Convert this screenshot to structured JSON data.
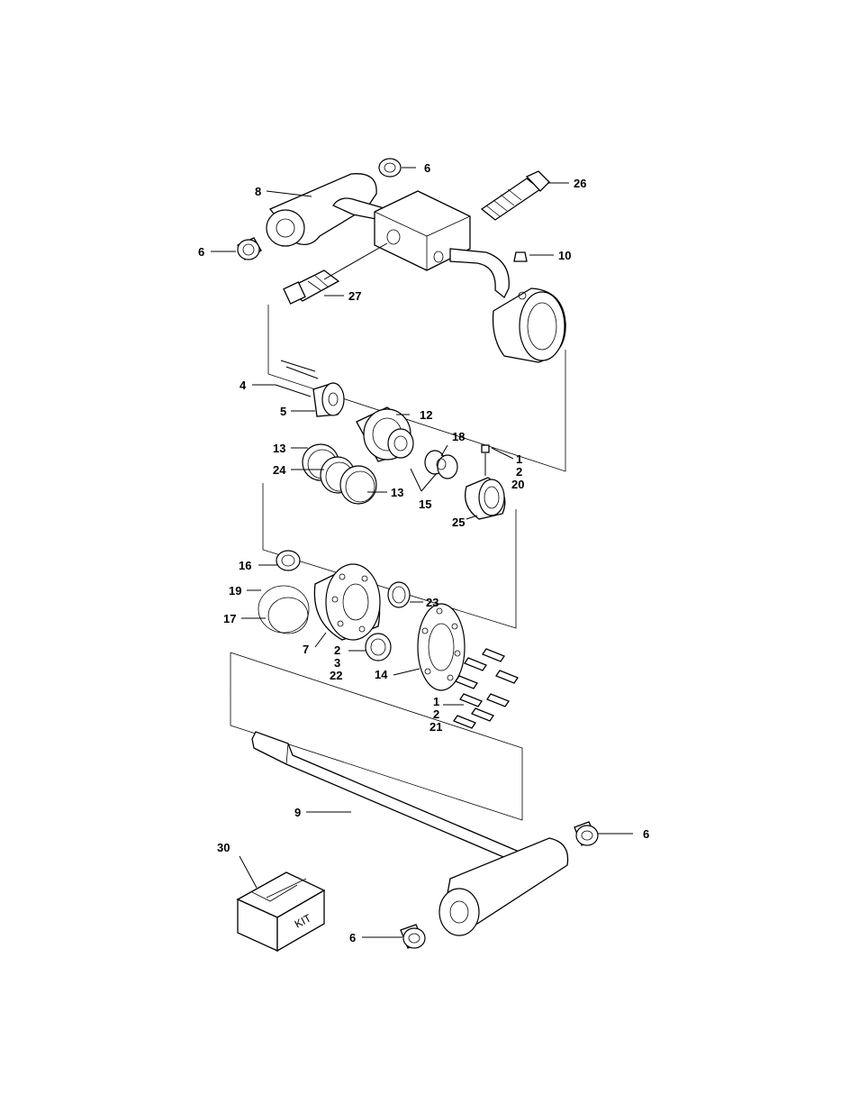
{
  "callouts": [
    {
      "id": "c6a",
      "text": "6"
    },
    {
      "id": "c26",
      "text": "26"
    },
    {
      "id": "c8",
      "text": "8"
    },
    {
      "id": "c6b",
      "text": "6"
    },
    {
      "id": "c10",
      "text": "10"
    },
    {
      "id": "c27",
      "text": "27"
    },
    {
      "id": "c4",
      "text": "4"
    },
    {
      "id": "c5",
      "text": "5"
    },
    {
      "id": "c12",
      "text": "12"
    },
    {
      "id": "c13a",
      "text": "13"
    },
    {
      "id": "c18",
      "text": "18"
    },
    {
      "id": "c1a",
      "text": "1"
    },
    {
      "id": "c2a",
      "text": "2"
    },
    {
      "id": "c20",
      "text": "20"
    },
    {
      "id": "c24",
      "text": "24"
    },
    {
      "id": "c13b",
      "text": "13"
    },
    {
      "id": "c15",
      "text": "15"
    },
    {
      "id": "c25",
      "text": "25"
    },
    {
      "id": "c16",
      "text": "16"
    },
    {
      "id": "c19",
      "text": "19"
    },
    {
      "id": "c23",
      "text": "23"
    },
    {
      "id": "c17",
      "text": "17"
    },
    {
      "id": "c7",
      "text": "7"
    },
    {
      "id": "c2b",
      "text": "2"
    },
    {
      "id": "c3",
      "text": "3"
    },
    {
      "id": "c22",
      "text": "22"
    },
    {
      "id": "c14",
      "text": "14"
    },
    {
      "id": "c1b",
      "text": "1"
    },
    {
      "id": "c2c",
      "text": "2"
    },
    {
      "id": "c21",
      "text": "21"
    },
    {
      "id": "c9",
      "text": "9"
    },
    {
      "id": "c30",
      "text": "30"
    },
    {
      "id": "c6c",
      "text": "6"
    },
    {
      "id": "c6d",
      "text": "6"
    }
  ],
  "kit_box_label": "KIT"
}
